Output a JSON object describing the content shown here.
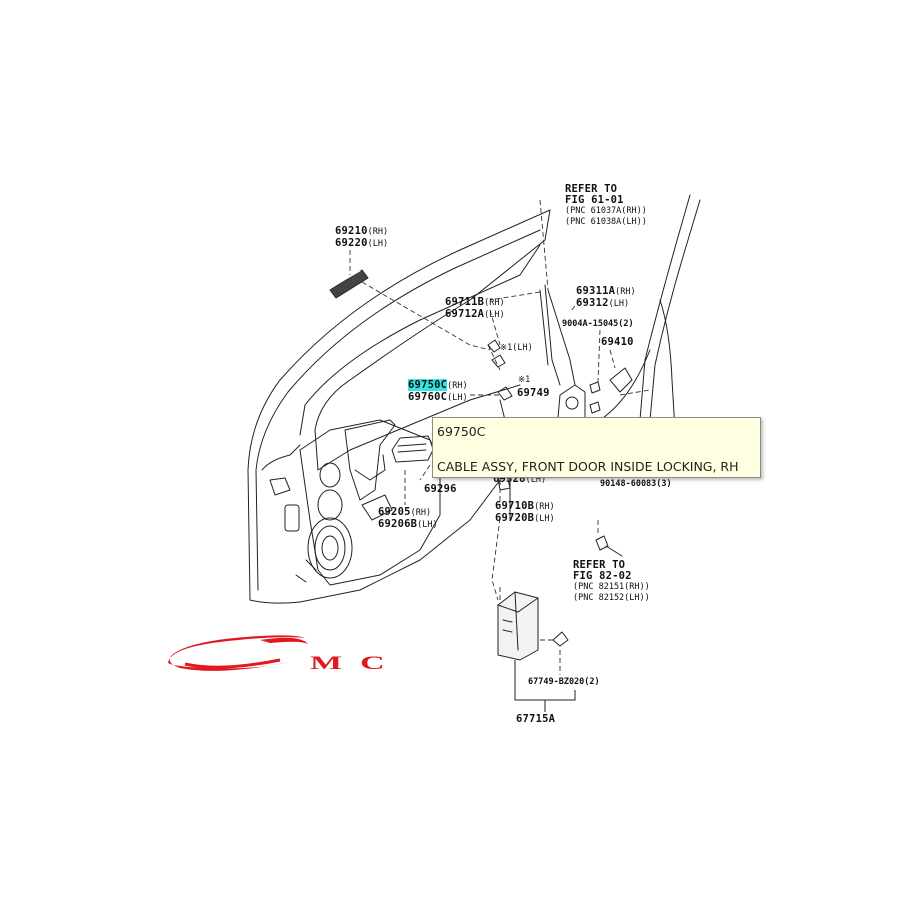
{
  "callouts": {
    "c69210": {
      "code": "69210",
      "suffix": "(RH)"
    },
    "c69220": {
      "code": "69220",
      "suffix": "(LH)"
    },
    "c69711B": {
      "code": "69711B",
      "suffix": "(RH)"
    },
    "c69712A": {
      "code": "69712A",
      "suffix": "(LH)"
    },
    "c69311A": {
      "code": "69311A",
      "suffix": "(RH)"
    },
    "c69312": {
      "code": "69312",
      "suffix": "(LH)"
    },
    "c9004A": {
      "code": "9004A-15045(2)"
    },
    "c69410": {
      "code": "69410"
    },
    "asterisk1": {
      "code": "※1",
      "suffix": "(LH)"
    },
    "asterisk2": {
      "code": "※1"
    },
    "c69750C": {
      "code": "69750C",
      "suffix": "(RH)"
    },
    "c69760C": {
      "code": "69760C",
      "suffix": "(LH)"
    },
    "c69749": {
      "code": "69749"
    },
    "c69296": {
      "code": "69296"
    },
    "c69205": {
      "code": "69205",
      "suffix": "(RH)"
    },
    "c69206B": {
      "code": "69206B",
      "suffix": "(LH)"
    },
    "c69710B": {
      "code": "69710B",
      "suffix": "(RH)"
    },
    "c69720B": {
      "code": "69720B",
      "suffix": "(LH)"
    },
    "c69328": {
      "code": "69328",
      "suffix": "(LH)"
    },
    "c90148": {
      "code": "90148-60083(3)"
    },
    "c67749": {
      "code": "67749-BZ020(2)"
    },
    "c67715A": {
      "code": "67715A"
    }
  },
  "refer_top": {
    "line1": "REFER TO",
    "line2": "FIG 61-01",
    "line3": "(PNC 61037A(RH))",
    "line4": "(PNC 61038A(LH))"
  },
  "refer_bottom": {
    "line1": "REFER TO",
    "line2": "FIG 82-02",
    "line3": "(PNC 82151(RH))",
    "line4": "(PNC 82152(LH))"
  },
  "tooltip": {
    "code": "69750C",
    "description": "CABLE ASSY, FRONT DOOR INSIDE LOCKING, RH"
  },
  "logo": {
    "text": "MC",
    "color": "#e0181f"
  },
  "colors": {
    "highlight": "#33e6e6",
    "tooltip_bg": "#ffffe1",
    "line": "#222222"
  }
}
